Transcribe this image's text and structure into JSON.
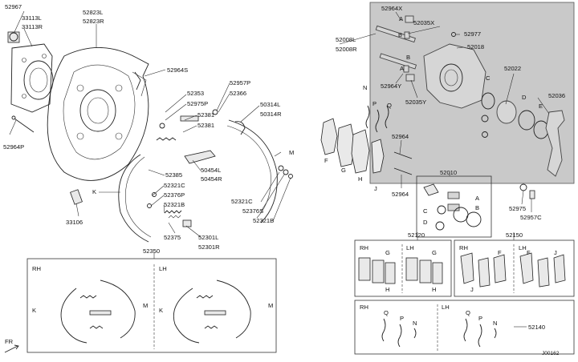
{
  "part_labels": {
    "p52967": "52967",
    "p33113L": "33113L",
    "p33113R": "33113R",
    "p52964P": "52964P",
    "p33106": "33106",
    "p52823L": "52823L",
    "p52823R": "52823R",
    "p52964S": "52964S",
    "p52353": "52353",
    "p52975P": "52975P",
    "p52381a": "52381",
    "p52381b": "52381",
    "p52957P": "52957P",
    "p52366": "52366",
    "p50314L": "50314L",
    "p50314R": "50314R",
    "p52385": "52385",
    "p50454L": "50454L",
    "p50454R": "50454R",
    "p52321Ca": "52321C",
    "p52376P": "52376P",
    "p52321B_mid": "52321B",
    "p52375": "52375",
    "p52301L": "52301L",
    "p52301R": "52301R",
    "p52321Cb": "52321C",
    "p52376S": "52376S",
    "p52321B_right": "52321B",
    "p52350": "52350",
    "p52008L": "52008L",
    "p52008R": "52008R",
    "p52964X": "52964X",
    "p52035X": "52035X",
    "p52977": "52977",
    "p52018": "52018",
    "p52964Y": "52964Y",
    "p52035Y": "52035Y",
    "p52022": "52022",
    "p52036": "52036",
    "p52964a": "52964",
    "p52964b": "52964",
    "p52010": "52010",
    "p52975": "52975",
    "p52957C": "52957C",
    "p52120": "52120",
    "p52150": "52150",
    "p52140": "52140"
  },
  "letters": {
    "K1": "K",
    "M1": "M",
    "K2": "K",
    "M2": "M",
    "A1": "A",
    "B1": "B",
    "A2": "A",
    "B2": "B",
    "C1": "C",
    "D1": "D",
    "E1": "E",
    "N1": "N",
    "P1": "P",
    "Q1": "Q",
    "F1": "F",
    "G1": "G",
    "H1": "H",
    "J1": "J",
    "A3": "A",
    "B3": "B",
    "C2": "C",
    "D2": "D",
    "G2": "G",
    "H2": "H",
    "G3": "G",
    "H3": "H",
    "F2": "F",
    "J2": "J",
    "F3": "F",
    "J3": "J",
    "Q2": "Q",
    "P2": "P",
    "N2": "N",
    "Q3": "Q",
    "P3": "P",
    "N3": "N"
  },
  "box_labels": {
    "rh1": "RH",
    "lh1": "LH",
    "rh2": "RH",
    "lh2": "LH",
    "rh3": "RH",
    "lh3": "LH",
    "rh4": "RH",
    "lh4": "LH"
  },
  "corner": {
    "fr": "FR",
    "code": "J00162"
  }
}
